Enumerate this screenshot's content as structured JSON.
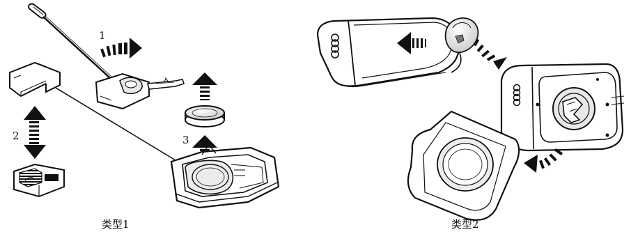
{
  "panels": [
    {
      "caption": "类型1",
      "steps": [
        "1",
        "2",
        "3"
      ]
    },
    {
      "caption": "类型2"
    }
  ],
  "colors": {
    "ink": "#111111",
    "shade": "#cfcfcf",
    "light": "#ececec",
    "paper": "#ffffff"
  },
  "icons": [
    "screwdriver-icon",
    "key-fob-icon",
    "coin-battery-icon",
    "curved-arrow-icon",
    "double-arrow-icon",
    "audi-rings-icon"
  ]
}
